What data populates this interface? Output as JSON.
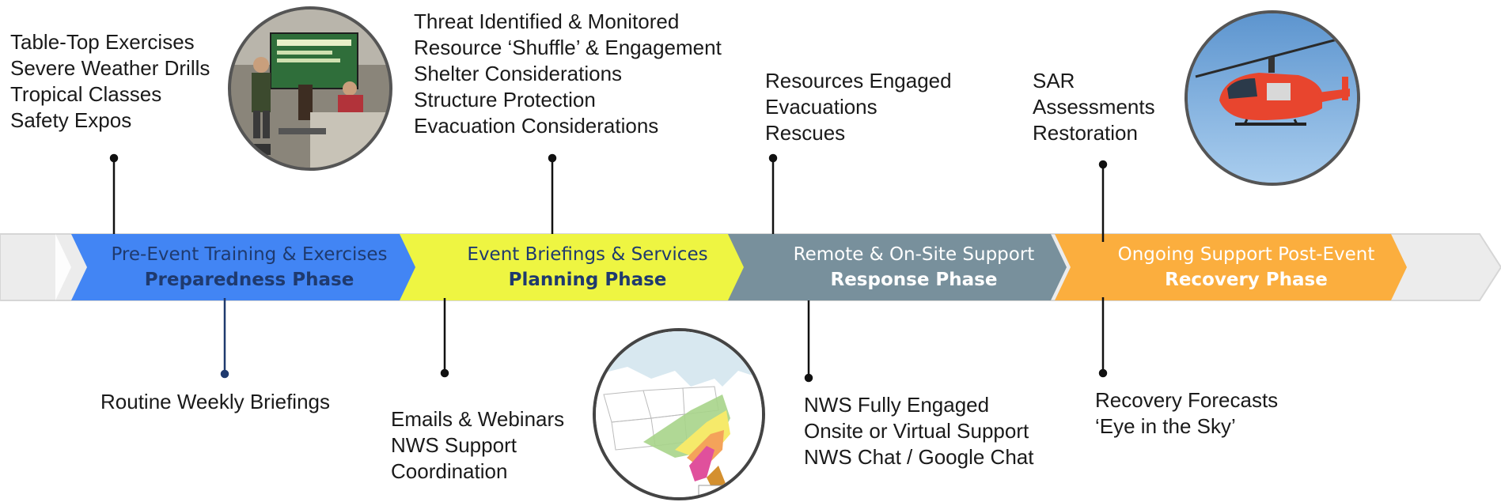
{
  "phases": [
    {
      "sub": "Pre-Event Training & Exercises",
      "main": "Preparedness Phase",
      "color": "#4285F4",
      "text_color": "#1f3a6e"
    },
    {
      "sub": "Event Briefings & Services",
      "main": "Planning Phase",
      "color": "#EEF542",
      "text_color": "#1f3a6e"
    },
    {
      "sub": "Remote & On-Site Support",
      "main": "Response Phase",
      "color": "#78909C",
      "text_color": "#ffffff"
    },
    {
      "sub": "Ongoing Support Post-Event",
      "main": "Recovery Phase",
      "color": "#FBAE3E",
      "text_color": "#ffffff"
    }
  ],
  "callouts": {
    "preparedness_top": [
      "Table-Top Exercises",
      "Severe Weather Drills",
      "Tropical Classes",
      "Safety Expos"
    ],
    "preparedness_bottom": [
      "Routine Weekly Briefings"
    ],
    "planning_top": [
      "Threat Identified & Monitored",
      "Resource ‘Shuffle’ & Engagement",
      "Shelter Considerations",
      "Structure Protection",
      "Evacuation Considerations"
    ],
    "planning_bottom": [
      "Emails & Webinars",
      "NWS Support",
      "Coordination"
    ],
    "response_top": [
      "Resources Engaged",
      "Evacuations",
      "Rescues"
    ],
    "response_bottom": [
      "NWS Fully Engaged",
      "Onsite or Virtual Support",
      "NWS Chat / Google Chat"
    ],
    "recovery_top": [
      "SAR",
      "Assessments",
      "Restoration"
    ],
    "recovery_bottom": [
      "Recovery Forecasts",
      "‘Eye in the Sky’"
    ]
  },
  "photos": {
    "classroom": "classroom-training-photo",
    "map": "southeast-outlook-map",
    "helicopter": "rescue-helicopter-photo"
  }
}
